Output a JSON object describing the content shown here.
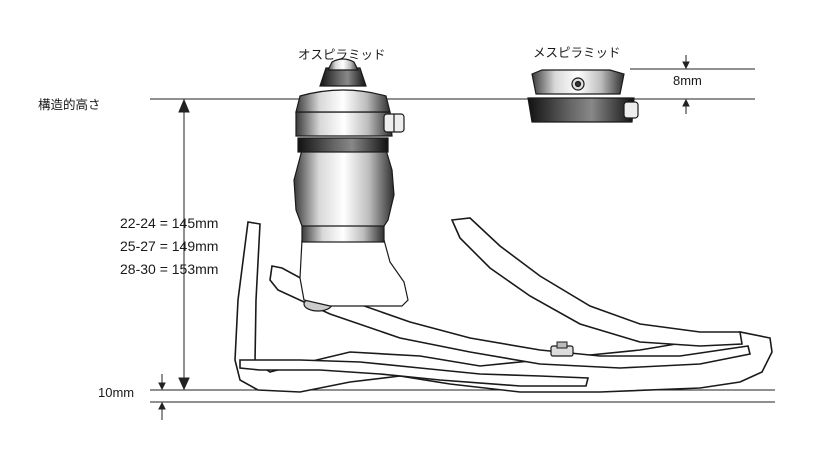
{
  "labels": {
    "male_pyramid": "オスピラミッド",
    "female_pyramid": "メスピラミッド",
    "build_height": "構造的高さ",
    "female_height": "8mm",
    "sole_height": "10mm"
  },
  "sizes": [
    "22-24 = 145mm",
    "25-27 = 149mm",
    "28-30 = 153mm"
  ]
}
